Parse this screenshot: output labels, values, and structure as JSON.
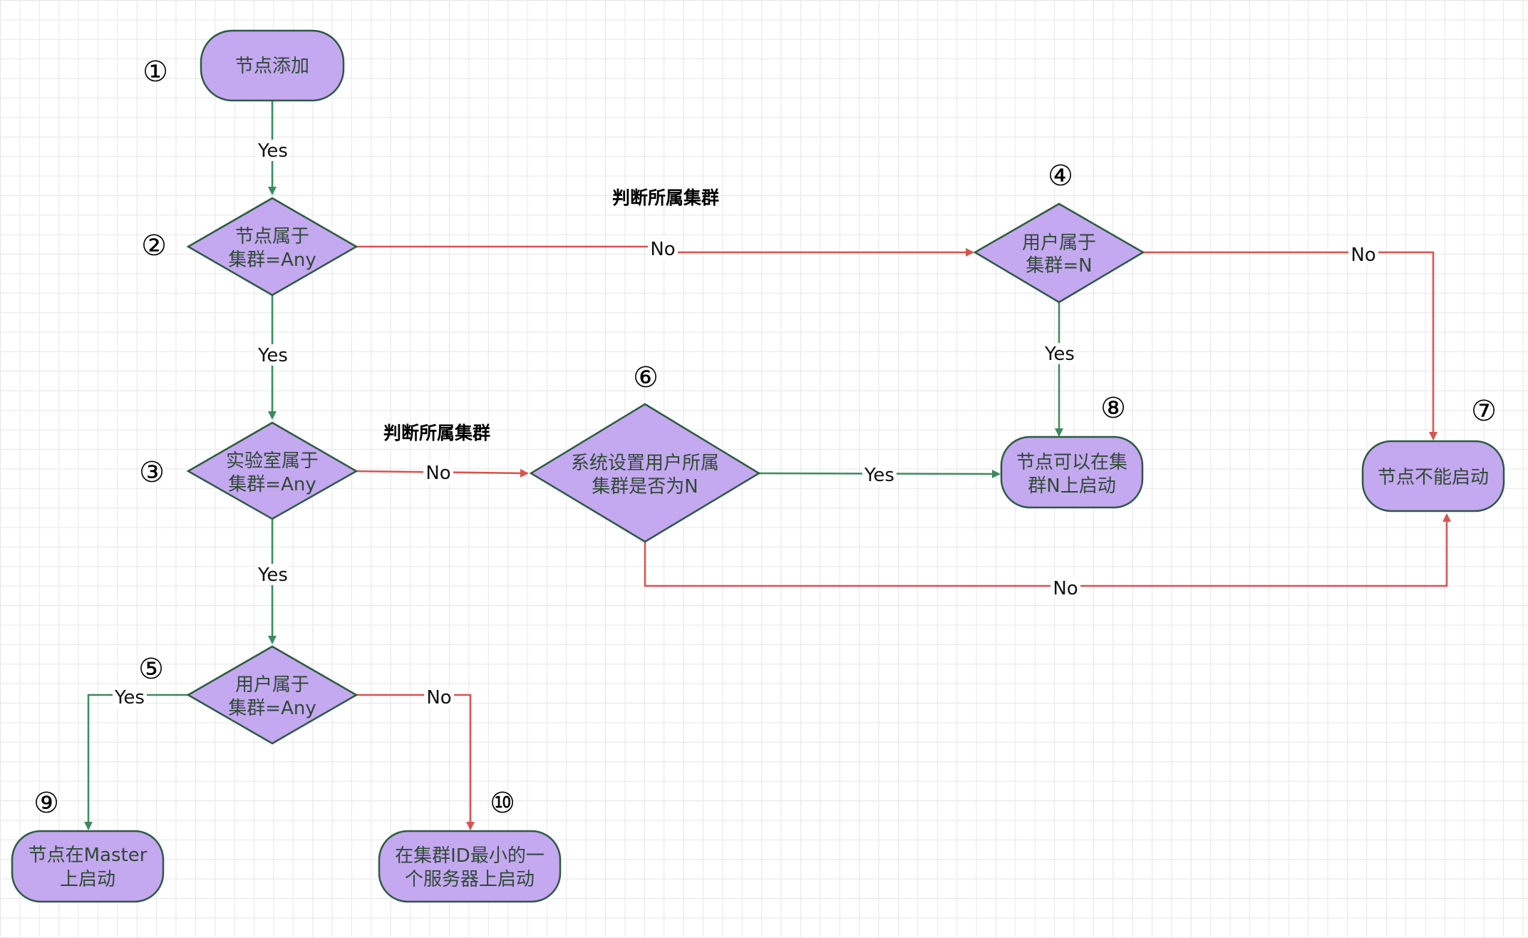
{
  "colors": {
    "fill": "#c4a8f0",
    "stroke": "#2e5a43",
    "yes_edge": "#3d8a5f",
    "no_edge": "#d9534f"
  },
  "annotations": {
    "top": "判断所属集群",
    "middle": "判断所属集群"
  },
  "nodes": {
    "n1": {
      "number": "①",
      "lines": [
        "节点添加"
      ]
    },
    "n2": {
      "number": "②",
      "lines": [
        "节点属于",
        "集群=Any"
      ]
    },
    "n3": {
      "number": "③",
      "lines": [
        "实验室属于",
        "集群=Any"
      ]
    },
    "n4": {
      "number": "④",
      "lines": [
        "用户属于",
        "集群=N"
      ]
    },
    "n5": {
      "number": "⑤",
      "lines": [
        "用户属于",
        "集群=Any"
      ]
    },
    "n6": {
      "number": "⑥",
      "lines": [
        "系统设置用户所属",
        "集群是否为N"
      ]
    },
    "n7": {
      "number": "⑦",
      "lines": [
        "节点不能启动"
      ]
    },
    "n8": {
      "number": "⑧",
      "lines": [
        "节点可以在集",
        "群N上启动"
      ]
    },
    "n9": {
      "number": "⑨",
      "lines": [
        "节点在Master",
        "上启动"
      ]
    },
    "n10": {
      "number": "⑩",
      "lines": [
        "在集群ID最小的一",
        "个服务器上启动"
      ]
    }
  },
  "edges": {
    "e1_2": "Yes",
    "e2_3": "Yes",
    "e2_4": "No",
    "e3_5": "Yes",
    "e3_6": "No",
    "e4_8": "Yes",
    "e4_7": "No",
    "e6_8": "Yes",
    "e6_7": "No",
    "e5_9": "Yes",
    "e5_10": "No"
  }
}
